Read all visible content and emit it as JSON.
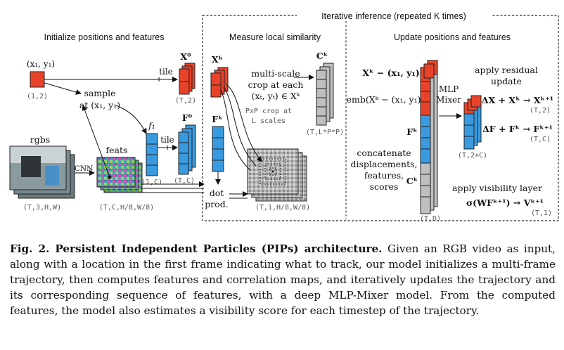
{
  "sections": {
    "iterative": "Iterative inference (repeated K times)",
    "init": "Initialize positions and features",
    "measure": "Measure local similarity",
    "update": "Update positions and features"
  },
  "labels": {
    "x1y1": "(x₁, y₁)",
    "shape_x1y1": "(1,2)",
    "sample1": "sample",
    "sample2": "at (x₁, y₁)",
    "tile1": "tile",
    "tile2": "tile",
    "X0": "X⁰",
    "shape_X0": "(T,2)",
    "F0": "F⁰",
    "shape_F0": "(T,C)",
    "f1": "f₁",
    "shape_f1": "(1,C)",
    "rgbs": "rgbs",
    "shape_rgbs": "(T,3,H,W)",
    "cnn": "CNN",
    "feats": "feats",
    "shape_feats": "(T,C,H/8,W/8)",
    "Xk_m": "Xᵏ",
    "Fk_m": "Fᵏ",
    "crop1": "multi-scale",
    "crop2": "crop at each",
    "crop3": "(xₜ, yₜ) ∈ Xᵏ",
    "pxp1": "PxP crop at",
    "pxp2": "L scales",
    "Ck": "Cᵏ",
    "shape_Ck": "(T,L*P*P)",
    "dot1": "dot",
    "dot2": "prod.",
    "shape_corr": "(T,1,H/8,W/8)",
    "u_disp": "Xᵏ − (x₁, y₁)",
    "u_emb": "emb(Xᵏ − (x₁, y₁))",
    "u_F": "Fᵏ",
    "u_C": "Cᵏ",
    "concat1": "concatenate",
    "concat2": "displacements,",
    "concat3": "features,",
    "concat4": "scores",
    "shape_TD": "(T,D)",
    "mlp1": "MLP",
    "mlp2": "Mixer",
    "shape_out": "(T,2+C)",
    "resid1": "apply residual",
    "resid2": "update",
    "eqX": "ΔX + Xᵏ → Xᵏ⁺¹",
    "shape_eqX": "(T,2)",
    "eqF": "ΔF + Fᵏ → Fᵏ⁺¹",
    "shape_eqF": "(T,C)",
    "vis": "apply visibility layer",
    "eqV": "σ(WFᵏ⁺¹) → Vᵏ⁺¹",
    "shape_V": "(T,1)"
  },
  "colors": {
    "position": "#e8432a",
    "feature": "#3a9ae0",
    "score": "#bfbfbf",
    "dashed_border": "#222222"
  },
  "caption": {
    "label": "Fig. 2. Persistent Independent Particles (PIPs) architecture.",
    "text": " Given an RGB video as input, along with a location in the first frame indicating what to track, our model initializes a multi-frame trajectory, then computes features and correlation maps, and iteratively updates the trajectory and its corresponding sequence of features, with a deep MLP-Mixer model. From the computed features, the model also estimates a visibility score for each timestep of the trajectory."
  }
}
